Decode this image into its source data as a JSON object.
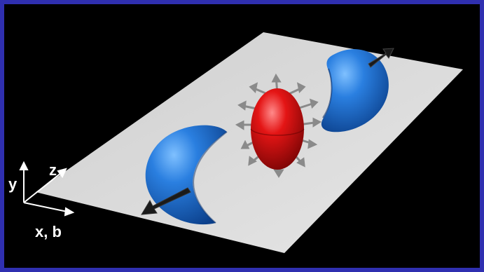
{
  "axes": {
    "y_label": "y",
    "z_label": "z",
    "x_label": "x, b"
  },
  "colors": {
    "background": "#000000",
    "border": "#2f2fb0",
    "plane": "#d9d9d9",
    "lobes": "#1f6fd1",
    "center_body": "#e01818",
    "arrows": "#8a8a8a",
    "axis_lines": "#ffffff"
  }
}
